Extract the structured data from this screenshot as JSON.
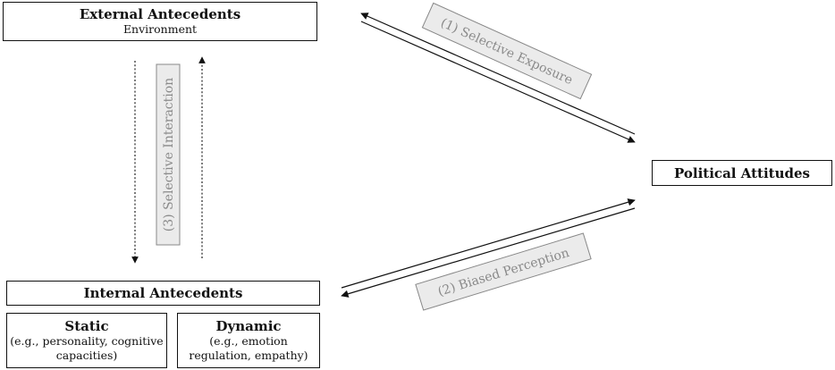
{
  "external": {
    "title": "External Antecedents",
    "subtitle": "Environment"
  },
  "internal": {
    "title": "Internal Antecedents"
  },
  "static_box": {
    "title": "Static",
    "line1": "(e.g., personality, cognitive",
    "line2": "capacities)"
  },
  "dynamic_box": {
    "title": "Dynamic",
    "line1": "(e.g., emotion",
    "line2": "regulation, empathy)"
  },
  "political": {
    "title": "Political Attitudes"
  },
  "paths": {
    "exposure": "(1) Selective Exposure",
    "perception": "(2) Biased Perception",
    "interaction": "(3) Selective Interaction"
  },
  "colors": {
    "line": "#111111",
    "label_fill": "#ebebeb",
    "label_border": "#888888",
    "label_text": "#8a8a8a"
  }
}
